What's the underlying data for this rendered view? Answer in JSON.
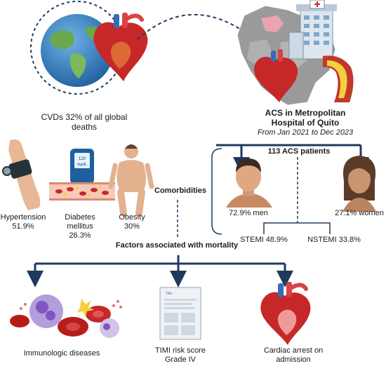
{
  "global": {
    "caption_line1": "CVDs 32% of all global",
    "caption_line2": "deaths"
  },
  "hospital": {
    "title_line1": "ACS in Metropolitan",
    "title_line2": "Hospital of Quito",
    "period": "From Jan 2021 to Dec 2023"
  },
  "patients": {
    "total": "113 ACS patients",
    "men": "72.9% men",
    "women": "27.1% women",
    "stemi": "STEMI 48.9%",
    "nstemi": "NSTEMI 33.8%"
  },
  "comorbidities": {
    "heading": "Comorbidities",
    "hypertension": {
      "name": "Hypertension",
      "value": "51.9%"
    },
    "diabetes": {
      "name_line1": "Diabetes",
      "name_line2": "mellitus",
      "value": "26.3%"
    },
    "obesity": {
      "name": "Obesity",
      "value": "30%"
    },
    "glucometer": {
      "reading": "120",
      "unit": "mg/dL"
    }
  },
  "mortality": {
    "heading": "Factors associated with mortality",
    "immunologic": "Immunologic diseases",
    "timi_line1": "TIMI risk score",
    "timi_line2": "Grade IV",
    "timi_doc_title": "Title",
    "cardiac_line1": "Cardiac arrest on",
    "cardiac_line2": "admission"
  },
  "colors": {
    "arrow": "#1f3a5f",
    "heart": "#c62828",
    "ocean": "#2f7fc1",
    "land": "#6aa84f",
    "map": "#8c8c8c",
    "province": "#e9a3b1",
    "skin": "#e8b896",
    "blood_cell": "#b71c1c"
  }
}
